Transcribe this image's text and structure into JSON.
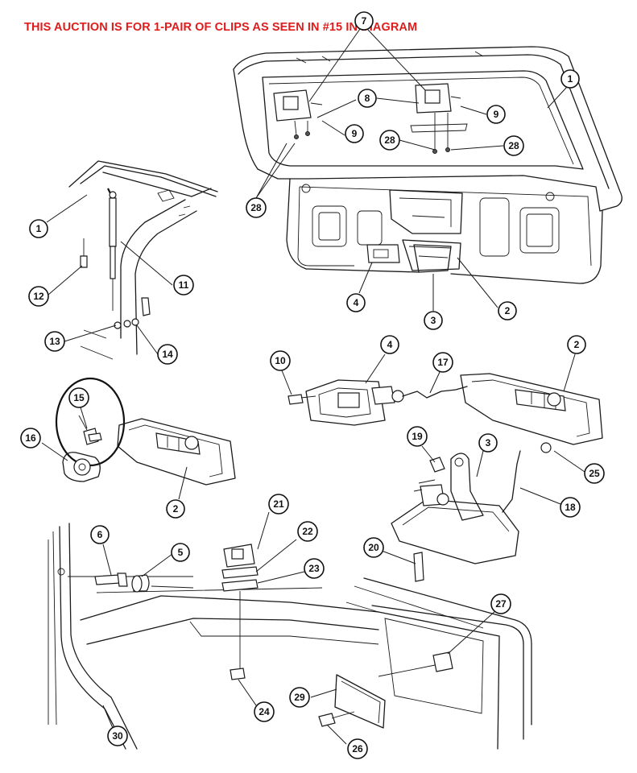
{
  "banner": "THIS AUCTION IS FOR 1-PAIR OF CLIPS AS SEEN IN #15 IN DIAGRAM",
  "colors": {
    "banner": "#e01b1b",
    "line": "#1a1a1a"
  },
  "callouts": [
    {
      "id": "c7",
      "label": "7"
    },
    {
      "id": "c1a",
      "label": "1"
    },
    {
      "id": "c8",
      "label": "8"
    },
    {
      "id": "c9a",
      "label": "9"
    },
    {
      "id": "c9b",
      "label": "9"
    },
    {
      "id": "c28a",
      "label": "28"
    },
    {
      "id": "c28b",
      "label": "28"
    },
    {
      "id": "c28c",
      "label": "28"
    },
    {
      "id": "c1b",
      "label": "1"
    },
    {
      "id": "c11",
      "label": "11"
    },
    {
      "id": "c12",
      "label": "12"
    },
    {
      "id": "c13",
      "label": "13"
    },
    {
      "id": "c14",
      "label": "14"
    },
    {
      "id": "c4a",
      "label": "4"
    },
    {
      "id": "c3a",
      "label": "3"
    },
    {
      "id": "c2a",
      "label": "2"
    },
    {
      "id": "c10",
      "label": "10"
    },
    {
      "id": "c4b",
      "label": "4"
    },
    {
      "id": "c17",
      "label": "17"
    },
    {
      "id": "c2b",
      "label": "2"
    },
    {
      "id": "c15",
      "label": "15"
    },
    {
      "id": "c16",
      "label": "16"
    },
    {
      "id": "c2c",
      "label": "2"
    },
    {
      "id": "c19",
      "label": "19"
    },
    {
      "id": "c3b",
      "label": "3"
    },
    {
      "id": "c25",
      "label": "25"
    },
    {
      "id": "c18",
      "label": "18"
    },
    {
      "id": "c21",
      "label": "21"
    },
    {
      "id": "c22",
      "label": "22"
    },
    {
      "id": "c23",
      "label": "23"
    },
    {
      "id": "c6",
      "label": "6"
    },
    {
      "id": "c5",
      "label": "5"
    },
    {
      "id": "c20",
      "label": "20"
    },
    {
      "id": "c27",
      "label": "27"
    },
    {
      "id": "c24",
      "label": "24"
    },
    {
      "id": "c29",
      "label": "29"
    },
    {
      "id": "c30",
      "label": "30"
    },
    {
      "id": "c26",
      "label": "26"
    }
  ]
}
